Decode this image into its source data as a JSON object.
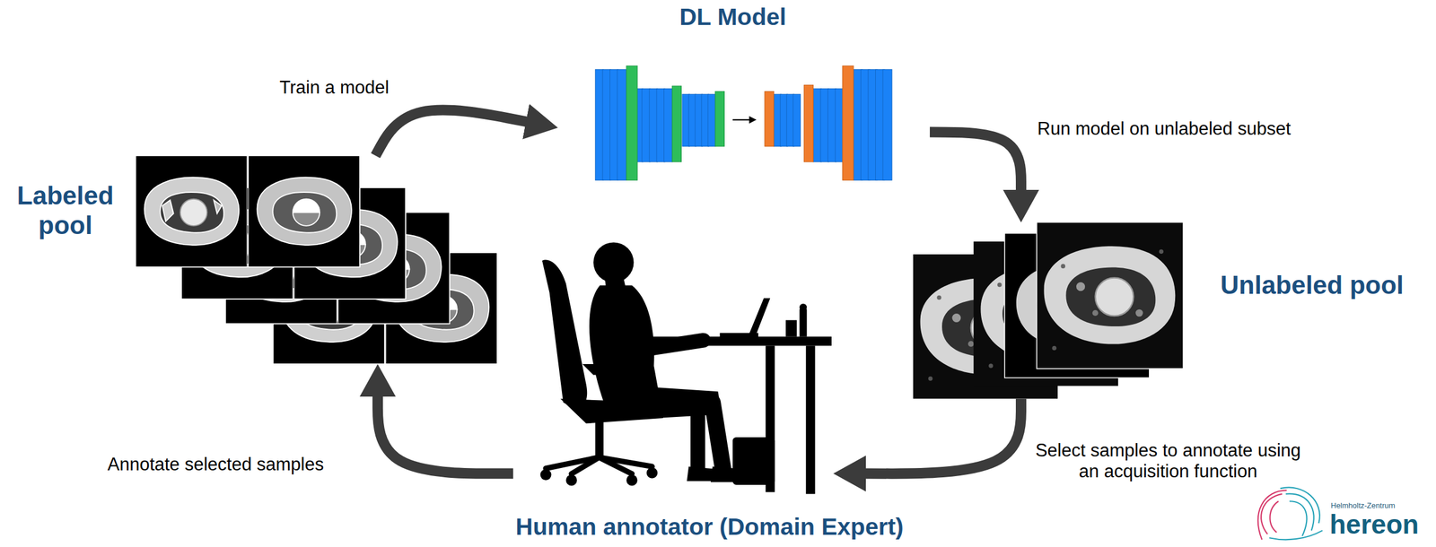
{
  "diagram": {
    "nodes": [
      {
        "text": [
          "Labeled pool"
        ]
      },
      {
        "text": [
          "DL Model"
        ]
      },
      {
        "text": [
          "Unlabeled pool"
        ]
      },
      {
        "text": [
          "Human annotator (Domain Expert)"
        ]
      }
    ],
    "edges": [
      {
        "from": 0,
        "to": 1,
        "arrow": "to",
        "label": "Train a model"
      },
      {
        "from": 1,
        "to": 2,
        "arrow": "to",
        "label": "Run model on unlabeled subset"
      },
      {
        "from": 2,
        "to": 3,
        "arrow": "to",
        "label": "Select samples to annotate using an acquisition function"
      },
      {
        "from": 3,
        "to": 0,
        "arrow": "to",
        "label": "Annotate selected samples"
      }
    ],
    "labels": [
      "Helmholtz-Zentrum",
      "hereon"
    ]
  }
}
